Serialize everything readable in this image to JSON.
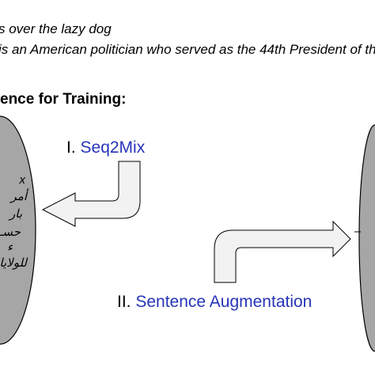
{
  "text_lines": [
    "s over the lazy dog",
    "is an American politician who served as the 44th President of th"
  ],
  "heading": "ence for Training:",
  "steps": [
    {
      "numeral": "I.",
      "name": "Seq2Mix"
    },
    {
      "numeral": "II.",
      "name": "Sentence Augmentation"
    }
  ],
  "left_snippets": [
    "x",
    "أمر",
    "بار",
    "حسـ",
    "ء",
    "للولايا"
  ],
  "colors": {
    "accent": "#2634b8",
    "ellipse": "#a6a6a6",
    "arrow_fill": "#f2f2f2",
    "stroke": "#000000"
  }
}
